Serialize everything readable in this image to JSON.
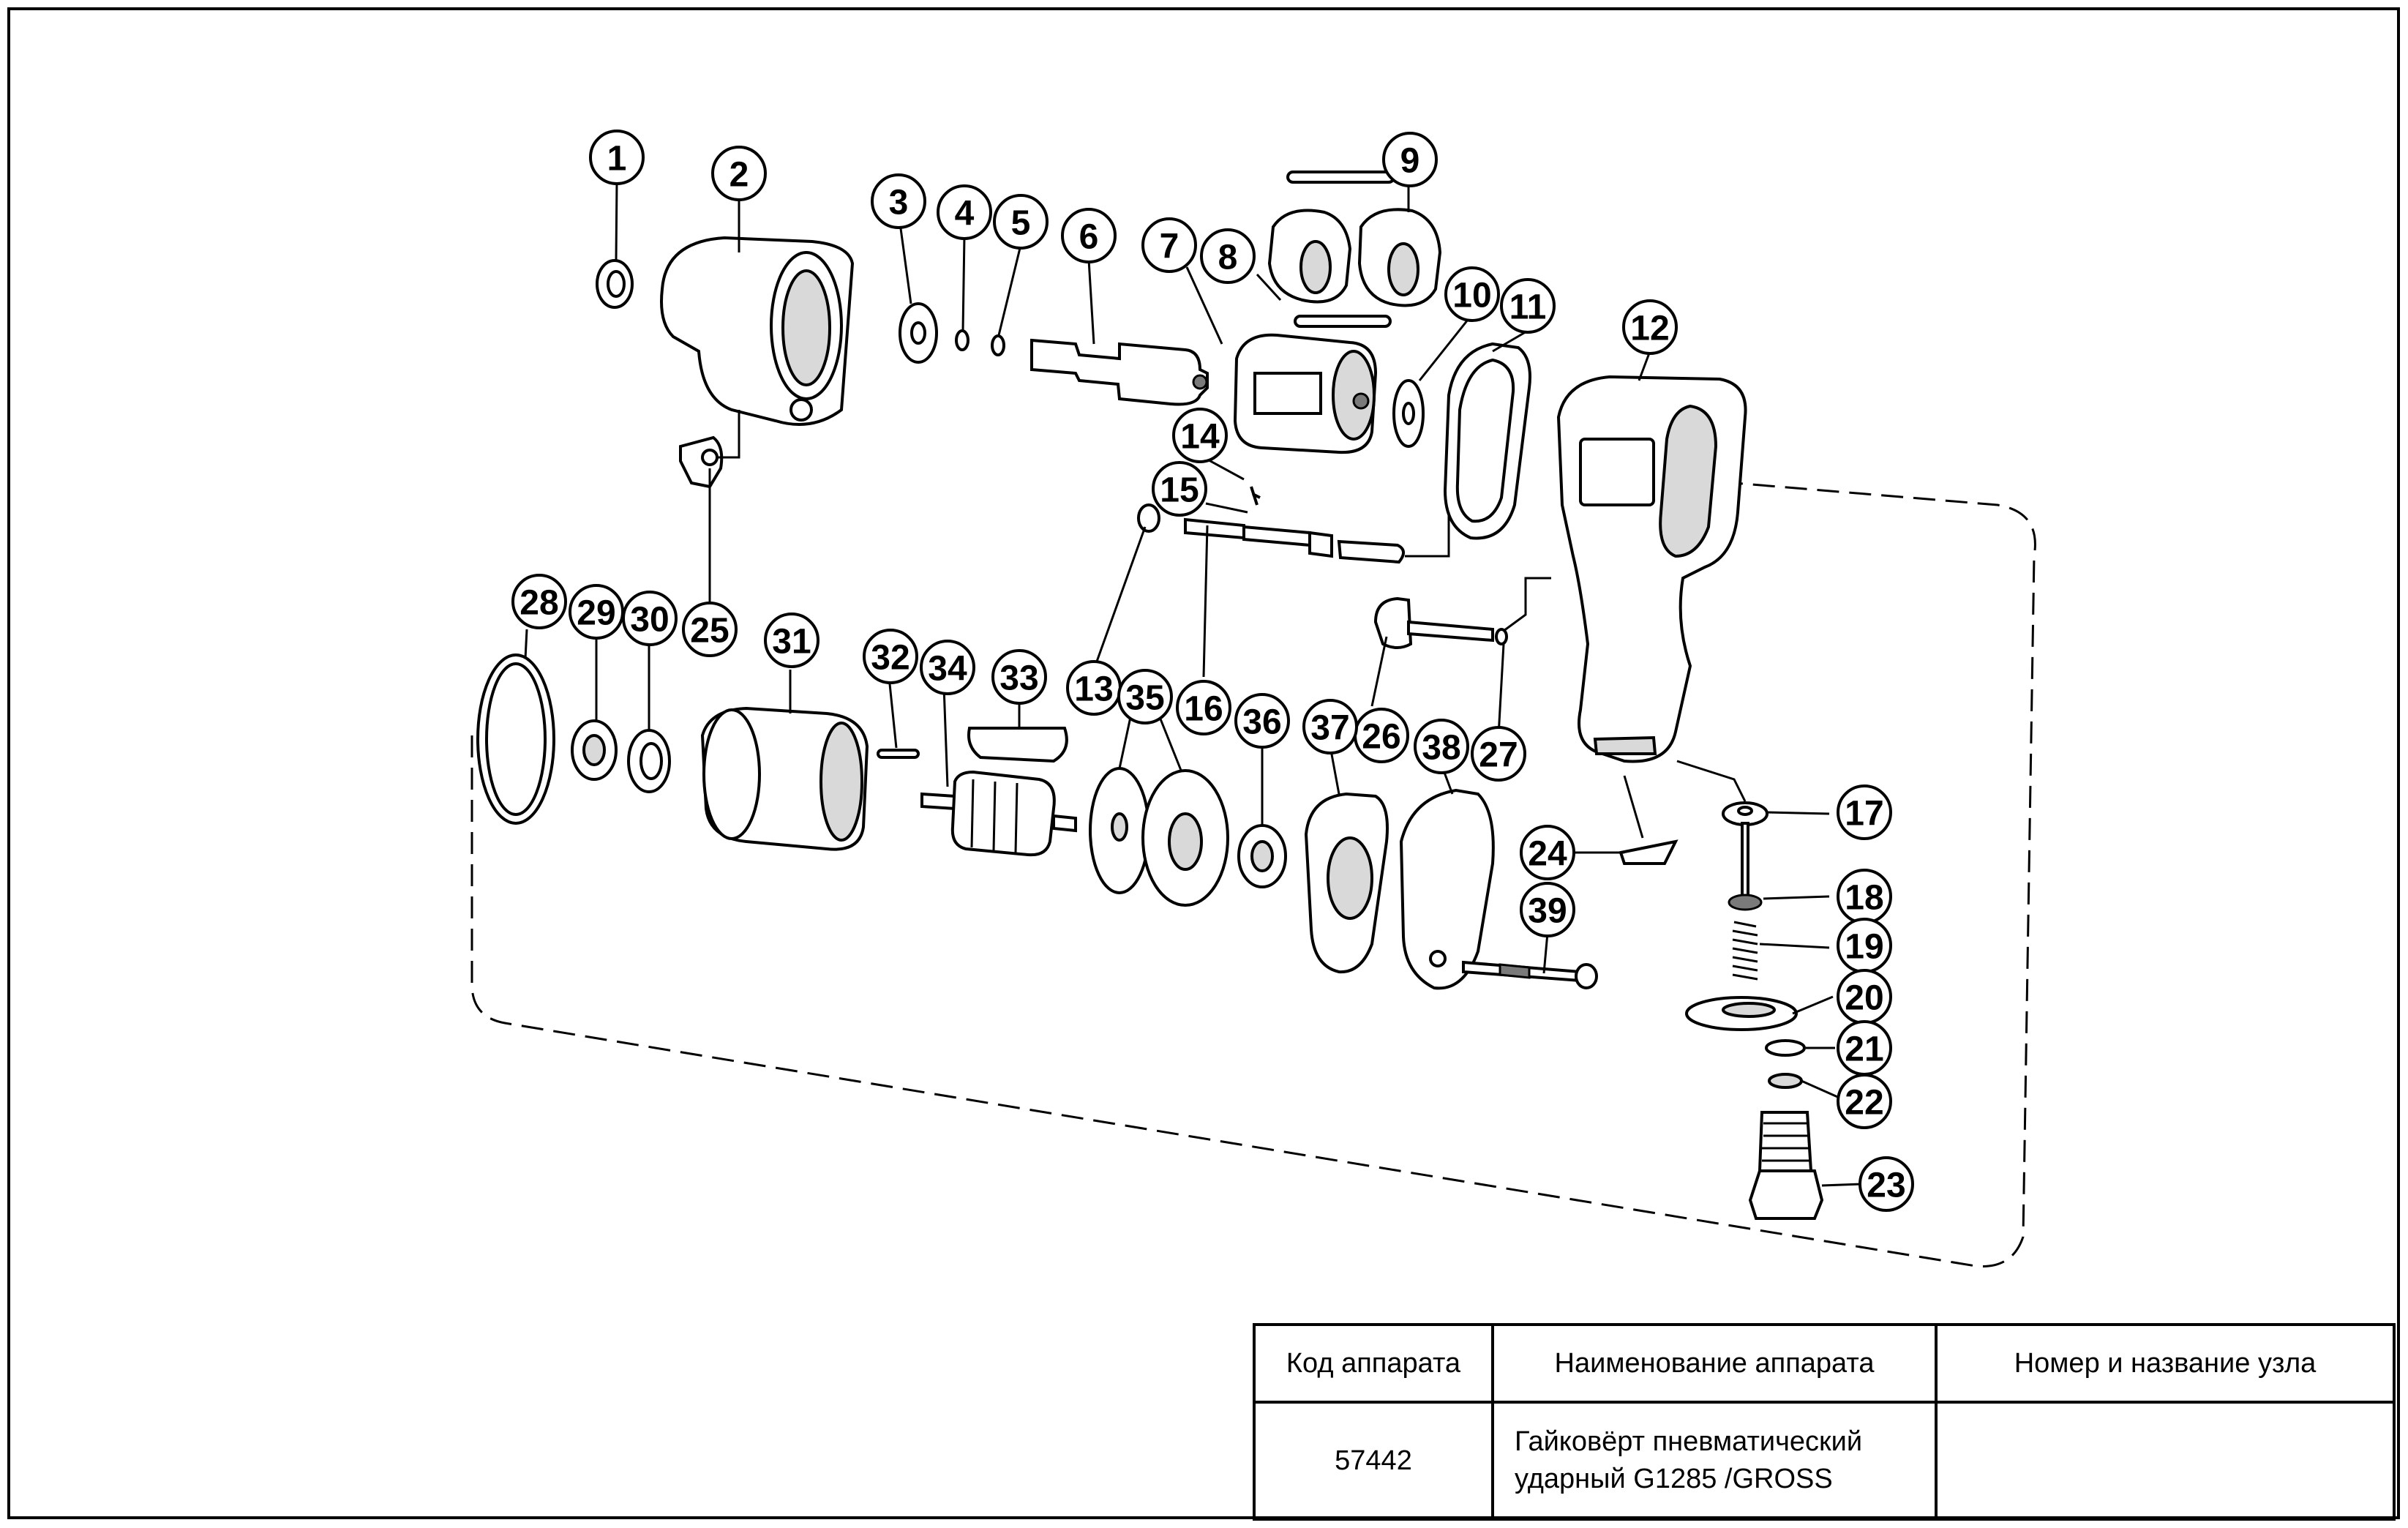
{
  "parts": {
    "callouts": [
      "1",
      "2",
      "3",
      "4",
      "5",
      "6",
      "7",
      "8",
      "9",
      "10",
      "11",
      "12",
      "13",
      "14",
      "15",
      "16",
      "17",
      "18",
      "19",
      "20",
      "21",
      "22",
      "23",
      "24",
      "25",
      "26",
      "27",
      "28",
      "29",
      "30",
      "31",
      "32",
      "33",
      "34",
      "35",
      "36",
      "37",
      "38",
      "39"
    ],
    "icons": [
      "anvil-part-icon",
      "hammer-cage-icon",
      "hammer-pin-icon",
      "housing-front-icon",
      "rotor-icon",
      "cylinder-icon",
      "end-plate-icon",
      "bearing-icon",
      "o-ring-icon",
      "valve-spring-icon",
      "air-inlet-icon",
      "handle-housing-icon"
    ]
  },
  "title_block": {
    "headers": {
      "code": "Код аппарата",
      "name": "Наименование аппарата",
      "assembly": "Номер и название узла"
    },
    "values": {
      "code": "57442",
      "name_line1": "Гайковёрт пневматический",
      "name_line2": "ударный G1285 /GROSS",
      "assembly": ""
    }
  }
}
